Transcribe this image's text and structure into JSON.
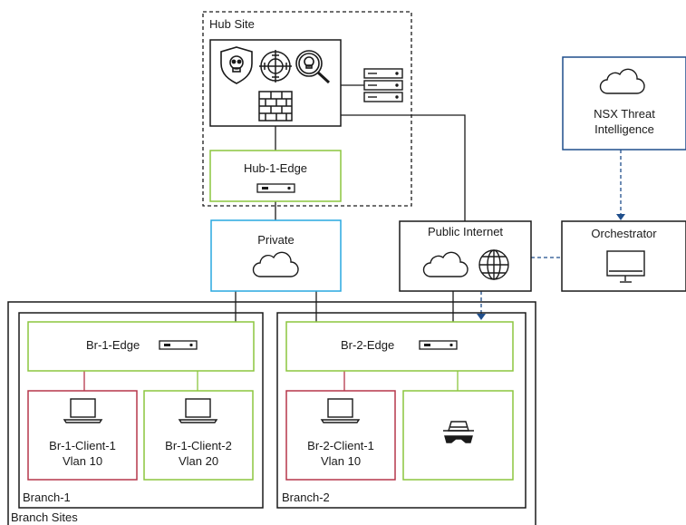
{
  "hub_site": {
    "label": "Hub Site",
    "edge": "Hub-1-Edge"
  },
  "private": {
    "label": "Private"
  },
  "public_internet": {
    "label": "Public Internet"
  },
  "nsx": {
    "line1": "NSX Threat",
    "line2": "Intelligence"
  },
  "orchestrator": {
    "label": "Orchestrator"
  },
  "branch_sites": {
    "label": "Branch Sites"
  },
  "branch1": {
    "label": "Branch-1",
    "edge": "Br-1-Edge",
    "client1": {
      "name": "Br-1-Client-1",
      "vlan": "Vlan 10"
    },
    "client2": {
      "name": "Br-1-Client-2",
      "vlan": "Vlan 20"
    }
  },
  "branch2": {
    "label": "Branch-2",
    "edge": "Br-2-Edge",
    "client1": {
      "name": "Br-2-Client-1",
      "vlan": "Vlan 10"
    }
  },
  "colors": {
    "green": "#8cc63f",
    "red": "#b5374a",
    "blue_private": "#29a8e0",
    "blue_nsx": "#1f4e8c",
    "dark": "#1a1a1a"
  },
  "icons": [
    "shield-skull-icon",
    "crosshair-icon",
    "magnifier-skull-icon",
    "firewall-icon",
    "server-rack-icon",
    "cloud-icon",
    "globe-icon",
    "monitor-icon",
    "laptop-icon",
    "hacker-icon",
    "edge-device-icon"
  ]
}
